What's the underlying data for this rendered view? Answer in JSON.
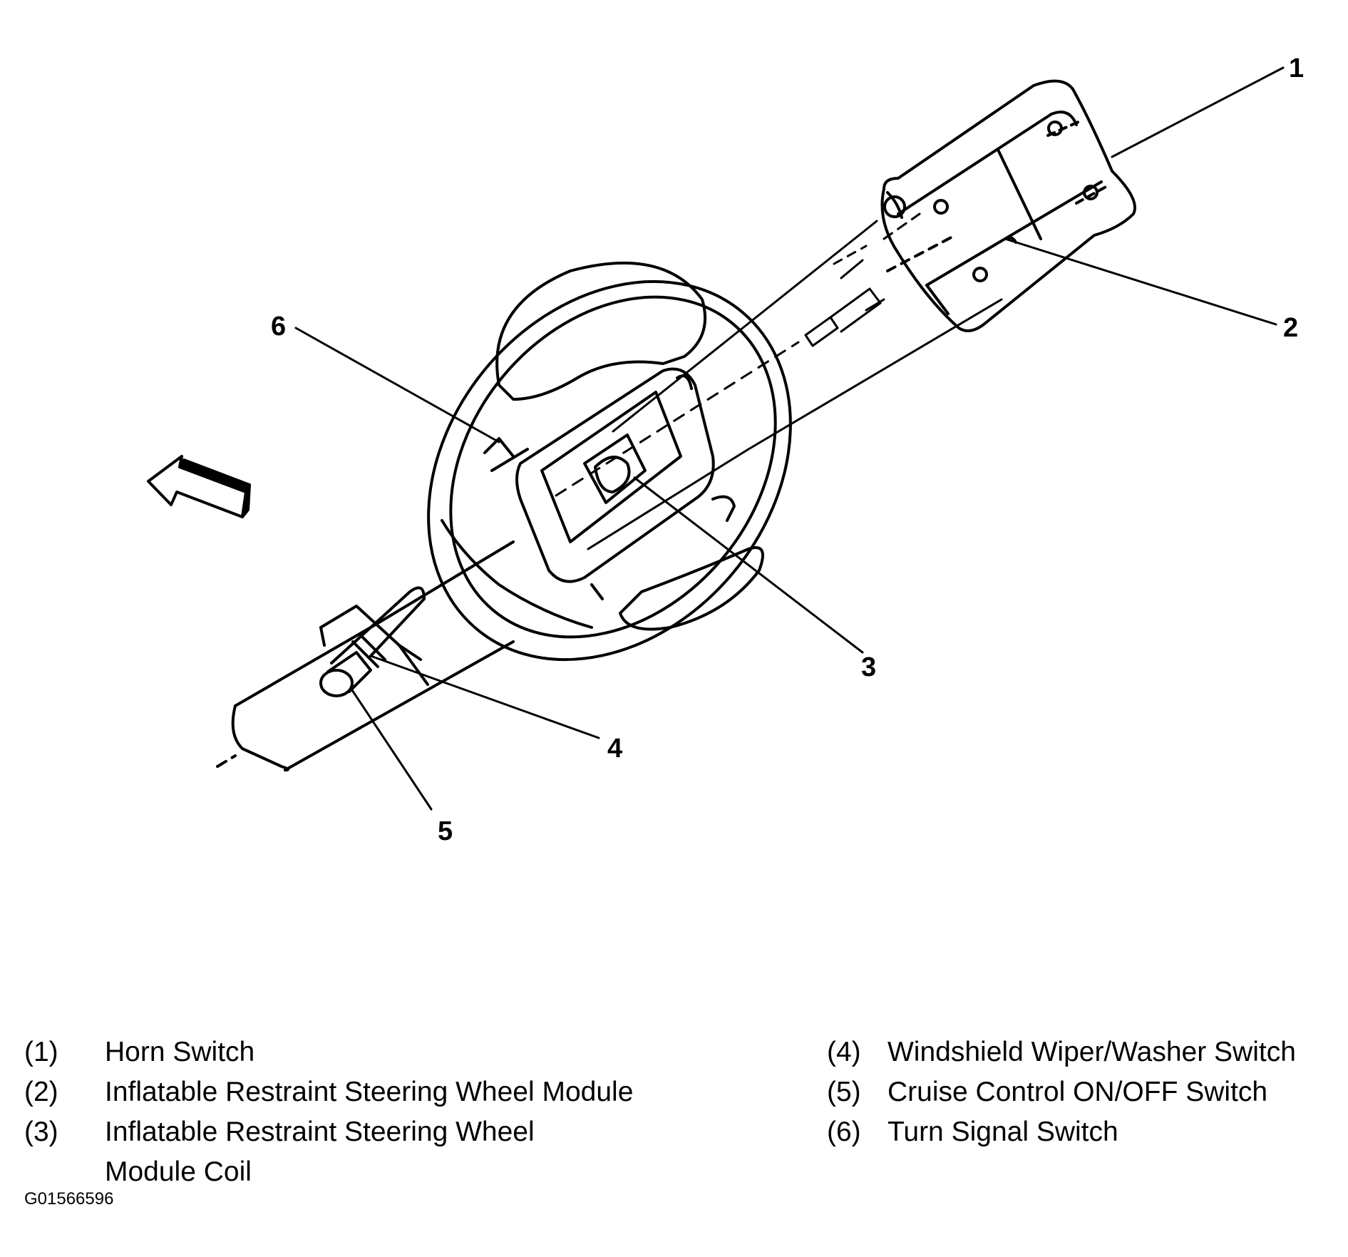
{
  "callouts": {
    "c1": "1",
    "c2": "2",
    "c3": "3",
    "c4": "4",
    "c5": "5",
    "c6": "6"
  },
  "legend": {
    "left": [
      {
        "num": "(1)",
        "text": "Horn Switch"
      },
      {
        "num": "(2)",
        "text": "Inflatable Restraint Steering Wheel Module"
      },
      {
        "num": "(3)",
        "text": "Inflatable Restraint Steering Wheel",
        "text2": "Module Coil"
      }
    ],
    "right": [
      {
        "num": "(4)",
        "text": "Windshield Wiper/Washer Switch"
      },
      {
        "num": "(5)",
        "text": "Cruise Control ON/OFF Switch"
      },
      {
        "num": "(6)",
        "text": "Turn Signal Switch"
      }
    ]
  },
  "figure_id": "G01566596",
  "colors": {
    "ink": "#000000",
    "paper": "#ffffff"
  }
}
